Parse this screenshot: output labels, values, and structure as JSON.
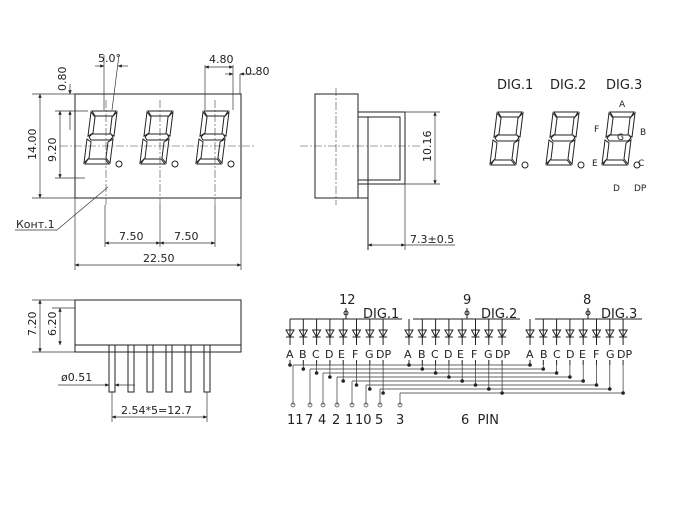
{
  "front_view": {
    "dim_top_angle": "5.0°",
    "dim_top_width": "4.80",
    "dim_top_gap": "0.80",
    "dim_left_small": "0.80",
    "dim_height": "14.00",
    "dim_digit_height": "9.20",
    "dim_pitch_1": "7.50",
    "dim_pitch_2": "7.50",
    "dim_width": "22.50",
    "contact_label": "Конт.1"
  },
  "side_view": {
    "dim_height": "10.16",
    "dim_depth": "7.3±0.5"
  },
  "bottom_view": {
    "dim_height_total": "7.20",
    "dim_height_body": "6.20",
    "dim_pin_diameter": "ø0.51",
    "dim_pin_pitch": "2.54*5=12.7"
  },
  "segment_legend": {
    "digits": [
      "DIG.1",
      "DIG.2",
      "DIG.3"
    ],
    "segments": [
      "A",
      "B",
      "C",
      "D",
      "E",
      "F",
      "G",
      "DP"
    ]
  },
  "circuit": {
    "groups": [
      {
        "common_pin": "12",
        "label": "DIG.1"
      },
      {
        "common_pin": "9",
        "label": "DIG.2"
      },
      {
        "common_pin": "8",
        "label": "DIG.3"
      }
    ],
    "segment_letters": [
      "A",
      "B",
      "C",
      "D",
      "E",
      "F",
      "G",
      "DP"
    ],
    "pins": [
      "11",
      "7",
      "4",
      "2",
      "1",
      "10",
      "5",
      "3"
    ],
    "pin_label": "6  PIN"
  }
}
